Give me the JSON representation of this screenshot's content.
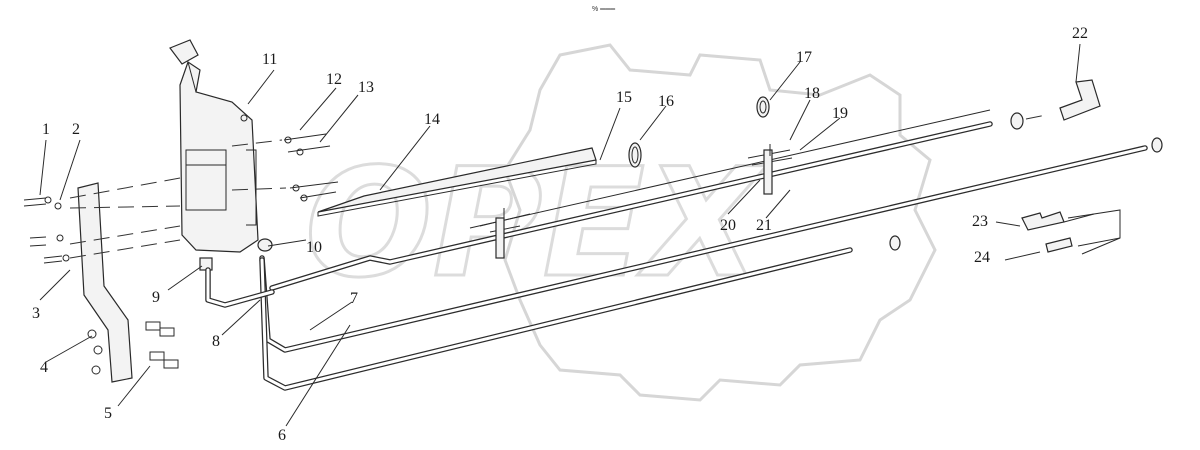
{
  "header": {
    "caption": "% ═══"
  },
  "watermark": {
    "brand_text": "OPEX"
  },
  "callouts": {
    "c1": "1",
    "c2": "2",
    "c3": "3",
    "c4": "4",
    "c5": "5",
    "c6": "6",
    "c7": "7",
    "c8": "8",
    "c9": "9",
    "c10": "10",
    "c11": "11",
    "c12": "12",
    "c13": "13",
    "c14": "14",
    "c15": "15",
    "c16": "16",
    "c17": "17",
    "c18": "18",
    "c19": "19",
    "c20": "20",
    "c21": "21",
    "c22": "22",
    "c23": "23",
    "c24": "24"
  }
}
